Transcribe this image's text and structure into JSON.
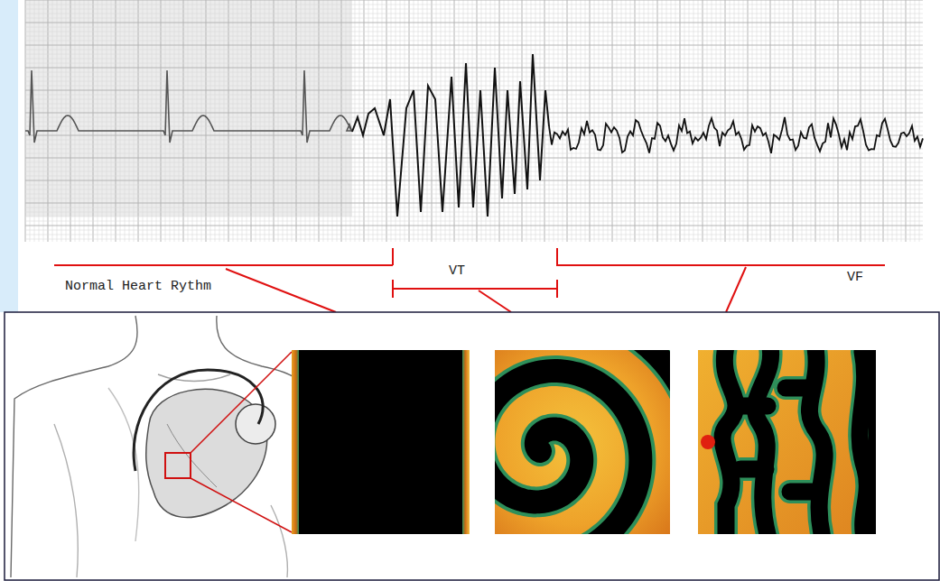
{
  "diagram": {
    "labels": [
      "Normal Heart Rythm",
      "VT",
      "VF"
    ]
  }
}
